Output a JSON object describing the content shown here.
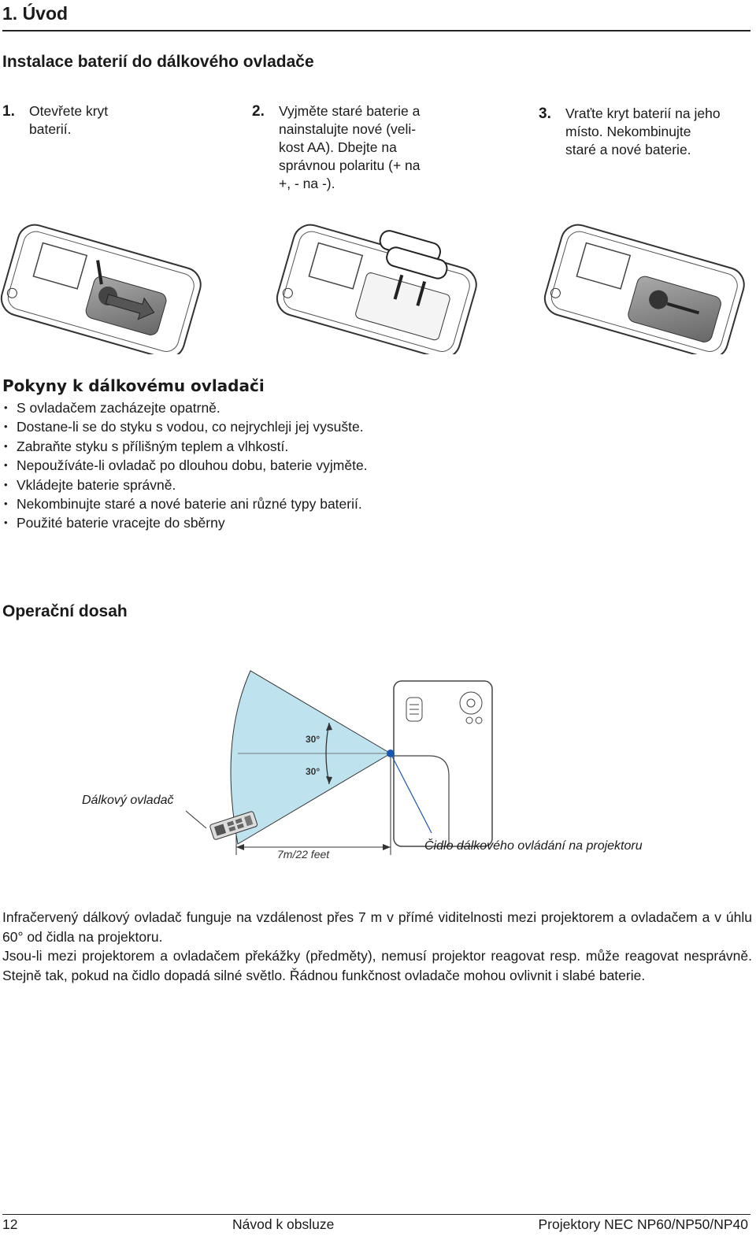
{
  "header": {
    "chapter": "1. Úvod"
  },
  "battery_section": {
    "title": "Instalace baterií do dálkového ovladače",
    "steps": [
      {
        "num": "1.",
        "text": "Otevřete kryt\nbaterií."
      },
      {
        "num": "2.",
        "text": "Vyjměte staré baterie a\nnainstalujte nové (veli-\nkost AA). Dbejte na\nsprávnou polaritu (+ na\n+, - na -)."
      },
      {
        "num": "3.",
        "text": "Vraťte kryt baterií na jeho\nmísto. Nekombinujte\nstaré a nové baterie."
      }
    ]
  },
  "care_section": {
    "title": "Pokyny k dálkovému ovladači",
    "bullets": [
      "S ovladačem zacházejte opatrně.",
      "Dostane-li se do styku s vodou, co nejrychleji jej vysušte.",
      "Zabraňte styku s přílišným teplem a vlhkostí.",
      "Nepoužíváte-li ovladač po dlouhou dobu, baterie vyjměte.",
      "Vkládejte baterie správně.",
      "Nekombinujte staré a nové baterie ani různé typy baterií.",
      "Použité baterie vracejte do sběrny"
    ]
  },
  "range_section": {
    "title": "Operační dosah",
    "diagram": {
      "angle_top": "30°",
      "angle_bottom": "30°",
      "remote_label": "Dálkový ovladač",
      "distance_label": "7m/22 feet",
      "sensor_label": "Čidlo dálkového ovládání na projektoru",
      "colors": {
        "beam_fill": "#bfe3ee",
        "line": "#333333",
        "sensor": "#1a56b0"
      }
    },
    "paragraphs": [
      "Infračervený dálkový ovladač funguje na vzdálenost přes 7 m v přímé viditelnosti mezi projektorem a ovladačem a v úhlu 60° od čidla na projektoru.",
      "Jsou-li mezi projektorem a ovladačem překážky (předměty), nemusí projektor reagovat resp. může reagovat nesprávně. Stejně tak, pokud na čidlo dopadá silné světlo. Řádnou funkčnost ovladače mohou ovlivnit i slabé baterie."
    ]
  },
  "footer": {
    "page": "12",
    "center": "Návod k obsluze",
    "right": "Projektory NEC NP60/NP50/NP40"
  }
}
